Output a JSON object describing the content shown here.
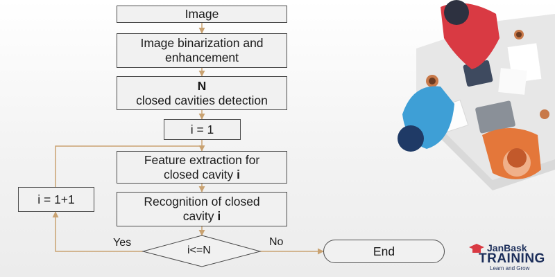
{
  "flowchart": {
    "image": "Image",
    "binarization_line1": "Image binarization and",
    "binarization_line2": "enhancement",
    "detection_bold": "N",
    "detection_text": "closed cavities detection",
    "init": "i = 1",
    "feature_line1": "Feature extraction for",
    "feature_line2": "closed cavity ",
    "feature_var": "i",
    "recognition_line1": "Recognition of closed",
    "recognition_line2": "cavity ",
    "recognition_var": "i",
    "increment": "i = 1+1",
    "decision": "i<=N",
    "yes": "Yes",
    "no": "No",
    "end": "End"
  },
  "logo": {
    "brand_top": "JanBask",
    "brand_main": "TRAINING",
    "tagline": "Learn and Grow"
  },
  "colors": {
    "arrow": "#c9a271",
    "box_fill": "#f1f1f1",
    "box_border": "#4a4a4a",
    "accent_red": "#d93a43",
    "navy": "#1c2e5a"
  }
}
